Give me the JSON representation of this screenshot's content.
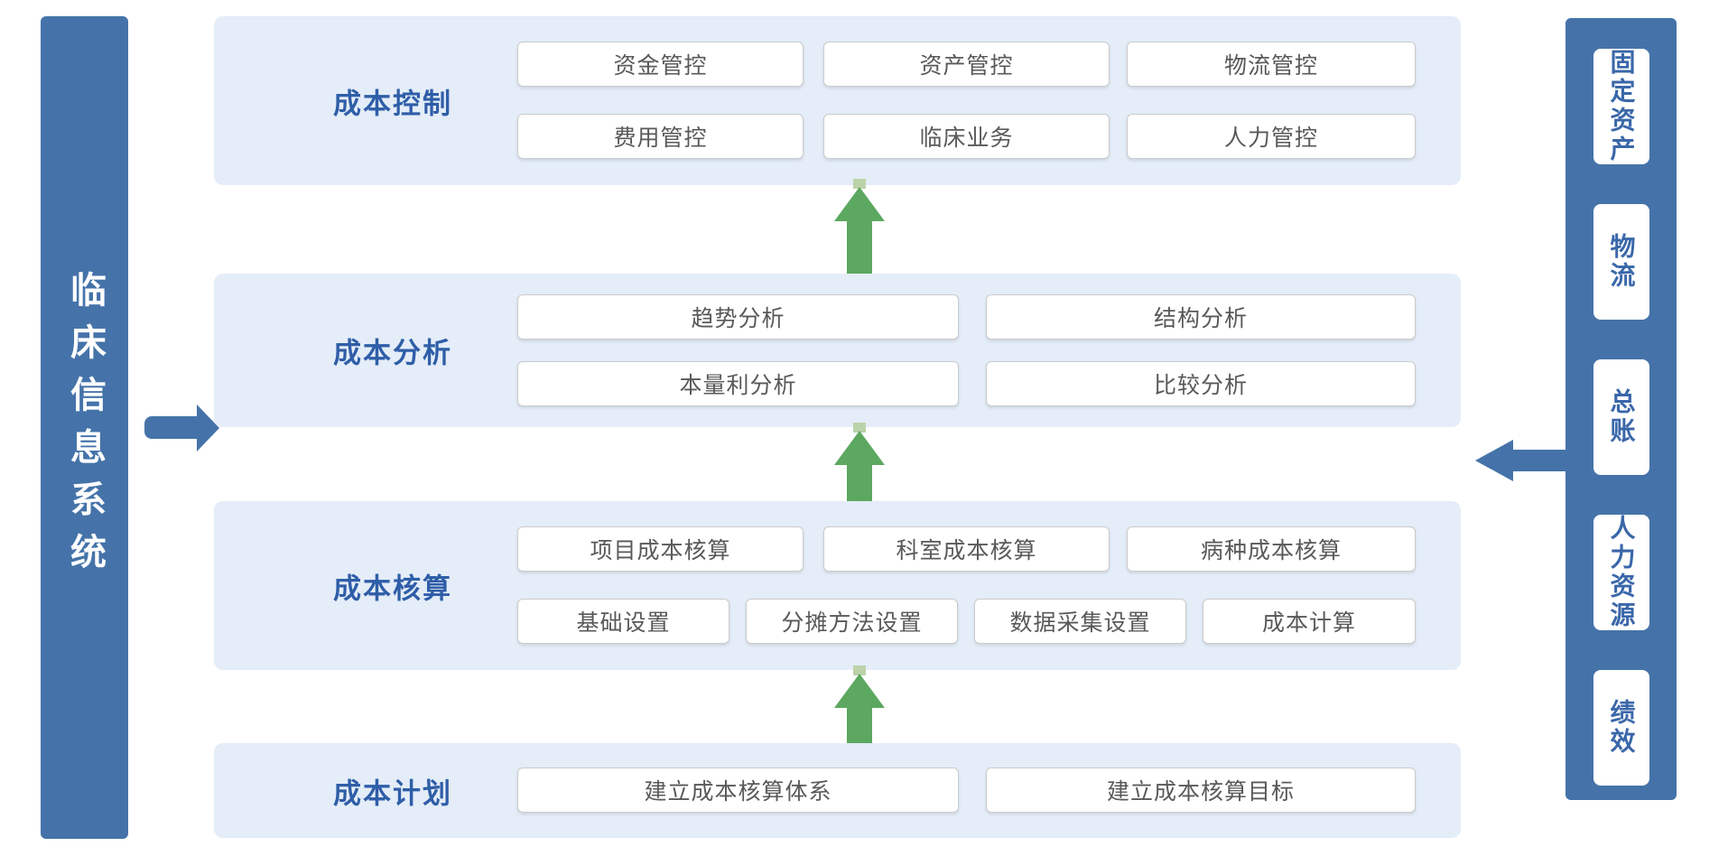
{
  "left_panel": {
    "label": "临床信息系统"
  },
  "right_panel": {
    "items": [
      {
        "label": "固定资产"
      },
      {
        "label": "物流"
      },
      {
        "label": "总账"
      },
      {
        "label": "人力资源"
      },
      {
        "label": "绩效"
      }
    ]
  },
  "layers": [
    {
      "label": "成本控制",
      "rows": [
        [
          "资金管控",
          "资产管控",
          "物流管控"
        ],
        [
          "费用管控",
          "临床业务",
          "人力管控"
        ]
      ]
    },
    {
      "label": "成本分析",
      "rows": [
        [
          "趋势分析",
          "结构分析"
        ],
        [
          "本量利分析",
          "比较分析"
        ]
      ]
    },
    {
      "label": "成本核算",
      "rows": [
        [
          "项目成本核算",
          "科室成本核算",
          "病种成本核算"
        ],
        [
          "基础设置",
          "分摊方法设置",
          "数据采集设置",
          "成本计算"
        ]
      ]
    },
    {
      "label": "成本计划",
      "rows": [
        [
          "建立成本核算体系",
          "建立成本核算目标"
        ]
      ]
    }
  ],
  "colors": {
    "panel_blue": "#4573A9",
    "band_light_blue": "#E4EDF8",
    "label_blue": "#2F5EA8",
    "arrow_green": "#5CA860",
    "arrow_green_tip": "#BCD3A9",
    "box_border": "#CBCBCB",
    "box_text": "#58595B",
    "panel_item_text": "#3A67A9"
  }
}
